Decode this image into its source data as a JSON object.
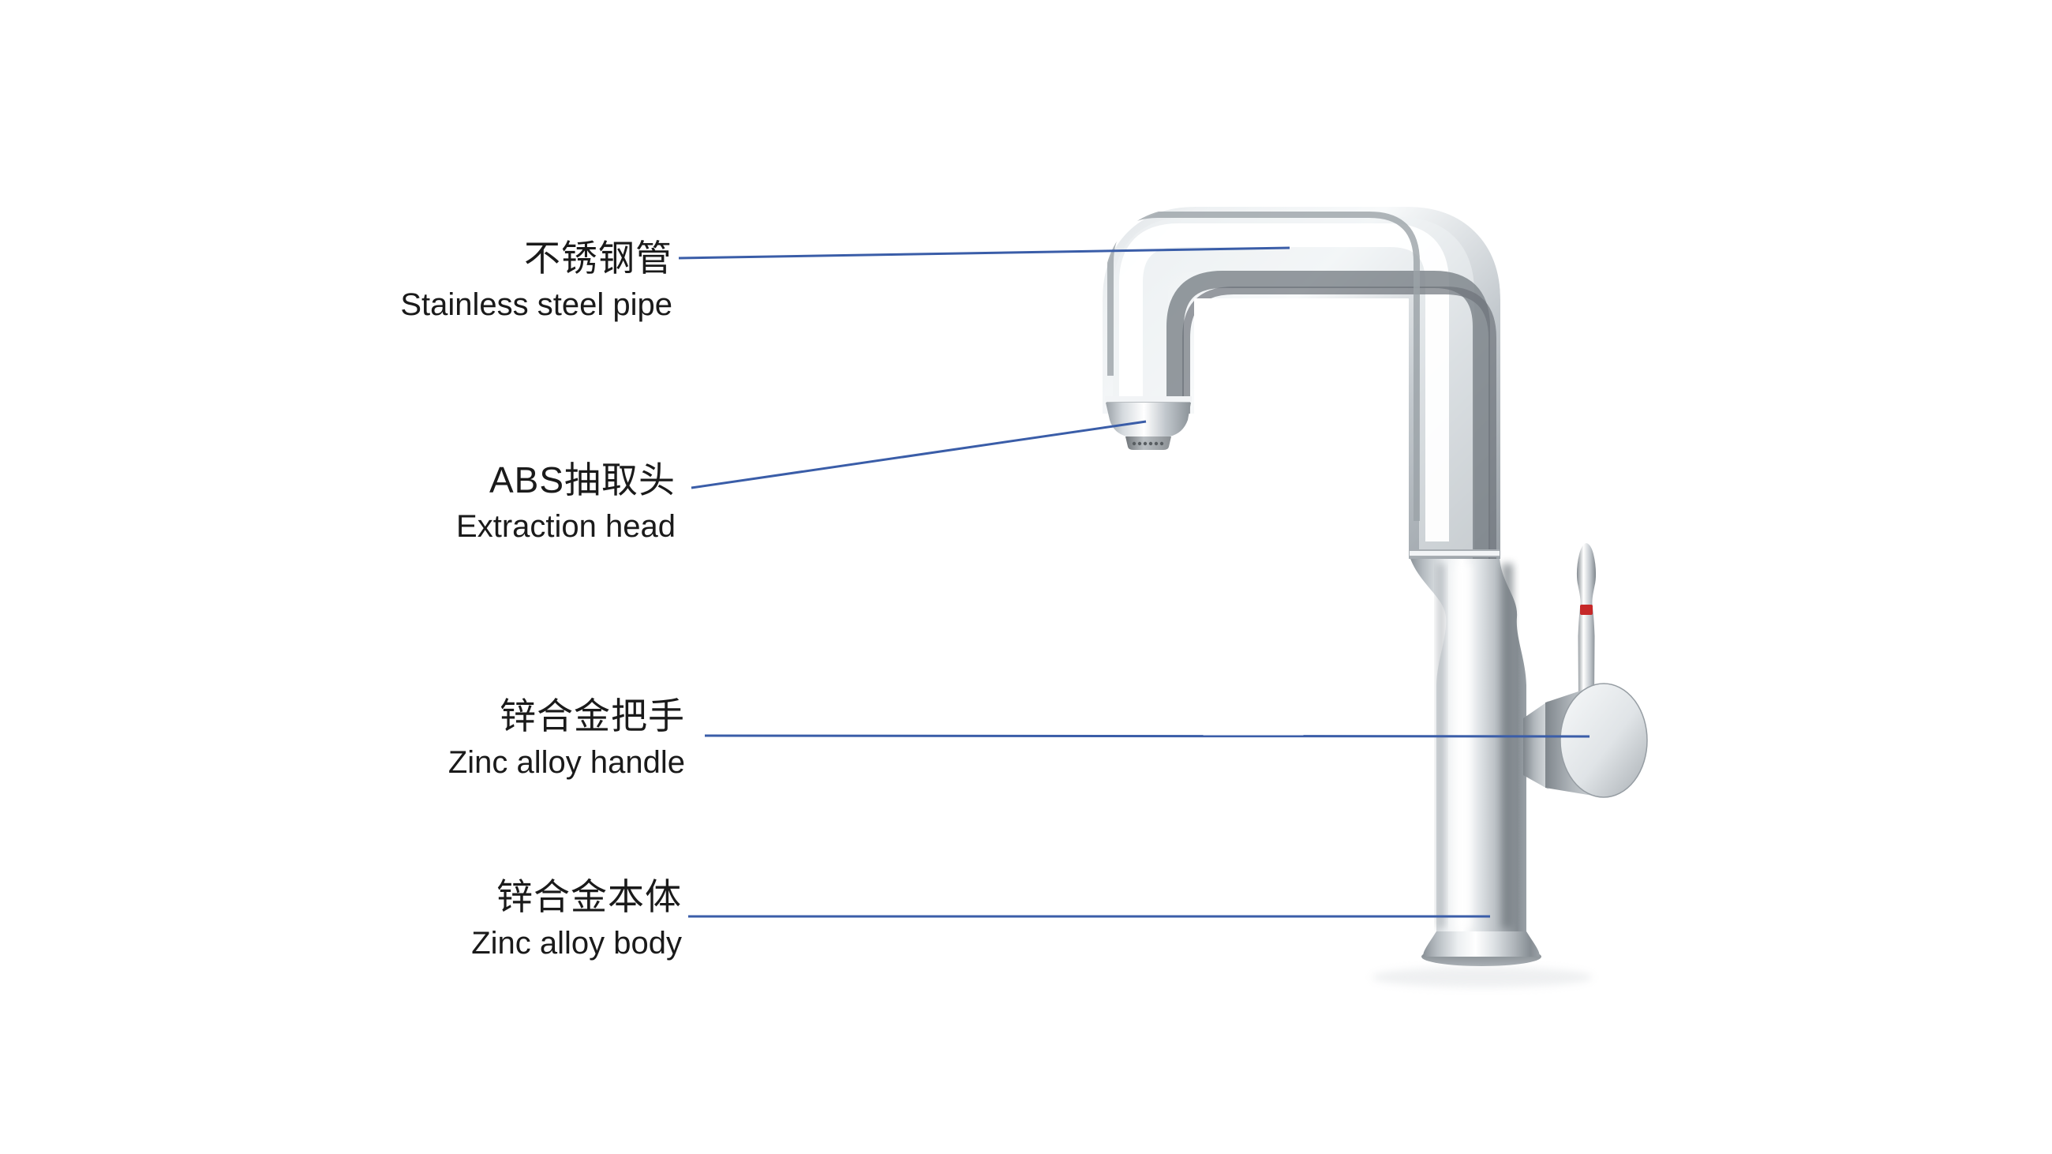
{
  "meta": {
    "background": "#ffffff",
    "leader_line_color": "#3a5da8",
    "text_color": "#1a1a1a",
    "handle_accent_red": "#c62828",
    "chrome_base": "#c2c8cd"
  },
  "diagram": {
    "labels": [
      {
        "id": "stainless-steel-pipe",
        "zh": "不锈钢管",
        "en": "Stainless steel pipe"
      },
      {
        "id": "extraction-head",
        "zh": "ABS抽取头",
        "en": "Extraction head"
      },
      {
        "id": "zinc-alloy-handle",
        "zh": "锌合金把手",
        "en": "Zinc alloy handle"
      },
      {
        "id": "zinc-alloy-body",
        "zh": "锌合金本体",
        "en": "Zinc alloy body"
      }
    ]
  }
}
